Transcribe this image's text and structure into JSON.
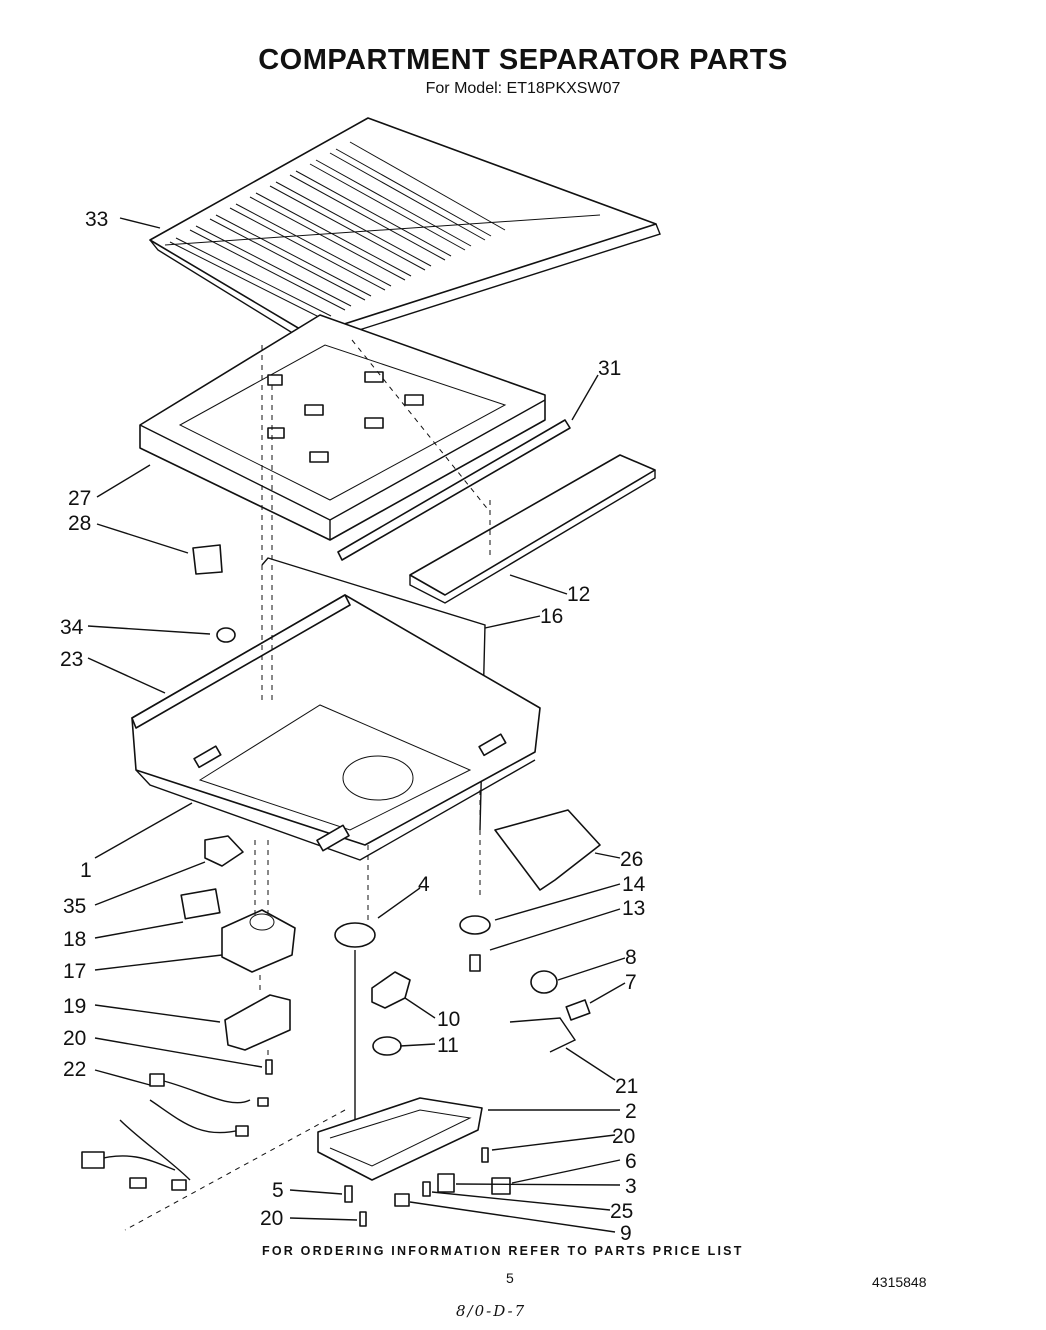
{
  "title": "COMPARTMENT SEPARATOR PARTS",
  "subtitle": "For Model: ET18PKXSW07",
  "footer": "FOR ORDERING INFORMATION REFER TO PARTS PRICE LIST",
  "page_number": "5",
  "doc_number": "4315848",
  "handwritten_note": "8/0-D-7",
  "callouts": [
    {
      "id": "c33",
      "text": "33"
    },
    {
      "id": "c31",
      "text": "31"
    },
    {
      "id": "c27",
      "text": "27"
    },
    {
      "id": "c28",
      "text": "28"
    },
    {
      "id": "c12",
      "text": "12"
    },
    {
      "id": "c16",
      "text": "16"
    },
    {
      "id": "c34",
      "text": "34"
    },
    {
      "id": "c23",
      "text": "23"
    },
    {
      "id": "c1",
      "text": "1"
    },
    {
      "id": "c26",
      "text": "26"
    },
    {
      "id": "c35",
      "text": "35"
    },
    {
      "id": "c4",
      "text": "4"
    },
    {
      "id": "c14",
      "text": "14"
    },
    {
      "id": "c13",
      "text": "13"
    },
    {
      "id": "c18",
      "text": "18"
    },
    {
      "id": "c17",
      "text": "17"
    },
    {
      "id": "c8",
      "text": "8"
    },
    {
      "id": "c7",
      "text": "7"
    },
    {
      "id": "c19",
      "text": "19"
    },
    {
      "id": "c10",
      "text": "10"
    },
    {
      "id": "c11",
      "text": "11"
    },
    {
      "id": "c20a",
      "text": "20"
    },
    {
      "id": "c21",
      "text": "21"
    },
    {
      "id": "c22",
      "text": "22"
    },
    {
      "id": "c2",
      "text": "2"
    },
    {
      "id": "c20b",
      "text": "20"
    },
    {
      "id": "c6",
      "text": "6"
    },
    {
      "id": "c3",
      "text": "3"
    },
    {
      "id": "c5",
      "text": "5"
    },
    {
      "id": "c25",
      "text": "25"
    },
    {
      "id": "c20c",
      "text": "20"
    },
    {
      "id": "c9",
      "text": "9"
    }
  ]
}
